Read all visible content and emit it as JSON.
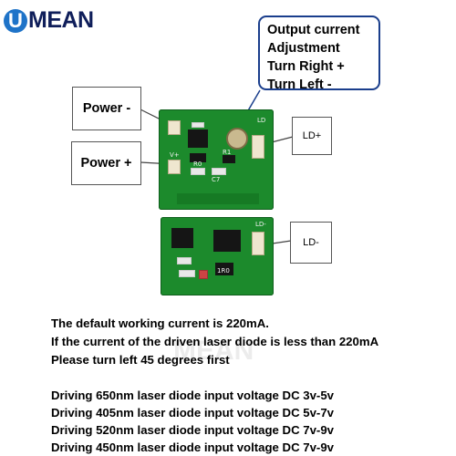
{
  "brand": {
    "logo_letter": "U",
    "logo_rest": "MEAN",
    "watermark": "MEAN"
  },
  "callout": {
    "lines": [
      "Output current",
      "Adjustment",
      "Turn Right +",
      "Turn Left -"
    ]
  },
  "labels": {
    "power_minus": "Power -",
    "power_plus": "Power +",
    "ld_plus": "LD+",
    "ld_minus": "LD-"
  },
  "pcb_top_silk": {
    "r1": "R1",
    "c7": "C7",
    "r0": "R0",
    "vplus": "V+",
    "ld": "LD"
  },
  "pcb_bottom_silk": {
    "r0": "1R0",
    "ld": "LD-"
  },
  "info": {
    "line1": "The default working current is 220mA.",
    "line2": "If the current of the driven laser diode is less than 220mA",
    "line3": "Please turn left 45 degrees first",
    "driving": [
      "Driving 650nm laser diode input voltage DC 3v-5v",
      "Driving 405nm laser diode input voltage DC 5v-7v",
      "Driving 520nm laser diode input voltage DC 7v-9v",
      "Driving 450nm laser diode input voltage DC 7v-9v"
    ]
  },
  "colors": {
    "pcb": "#1c8a2c",
    "callout_border": "#1a3e8c",
    "logo": "#1e73c8"
  }
}
